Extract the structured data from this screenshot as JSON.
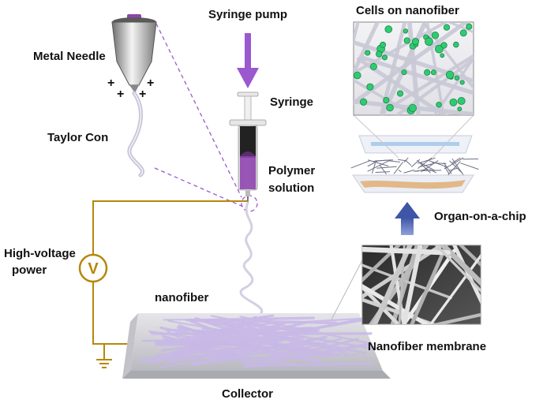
{
  "labels": {
    "syringe_pump": "Syringe pump",
    "cells_on_nanofiber": "Cells on nanofiber",
    "metal_needle": "Metal Needle",
    "syringe": "Syringe",
    "taylor_con": "Taylor Con",
    "polymer_solution_line1": "Polymer",
    "polymer_solution_line2": "solution",
    "organ_on_a_chip": "Organ-on-a-chip",
    "high_voltage_line1": "High-voltage",
    "high_voltage_line2": "power",
    "nanofiber": "nanofiber",
    "nanofiber_membrane": "Nanofiber membrane",
    "collector": "Collector",
    "voltmeter_symbol": "V",
    "charge_symbol": "+"
  },
  "colors": {
    "wire": "#b8860b",
    "pump_arrow": "#9b59d0",
    "fiber": "#c8b8e8",
    "polymer": "#8e44ad",
    "chip_arrow": "#5b6fb5",
    "cell_green": "#2ecc71",
    "dashed_zoom": "#9b59d0"
  },
  "icons": {
    "needle": "metal-needle-icon",
    "syringe": "syringe-icon",
    "voltmeter": "voltmeter-icon",
    "ground": "ground-icon",
    "collector": "collector-plate-icon",
    "chip": "organ-chip-icon"
  }
}
